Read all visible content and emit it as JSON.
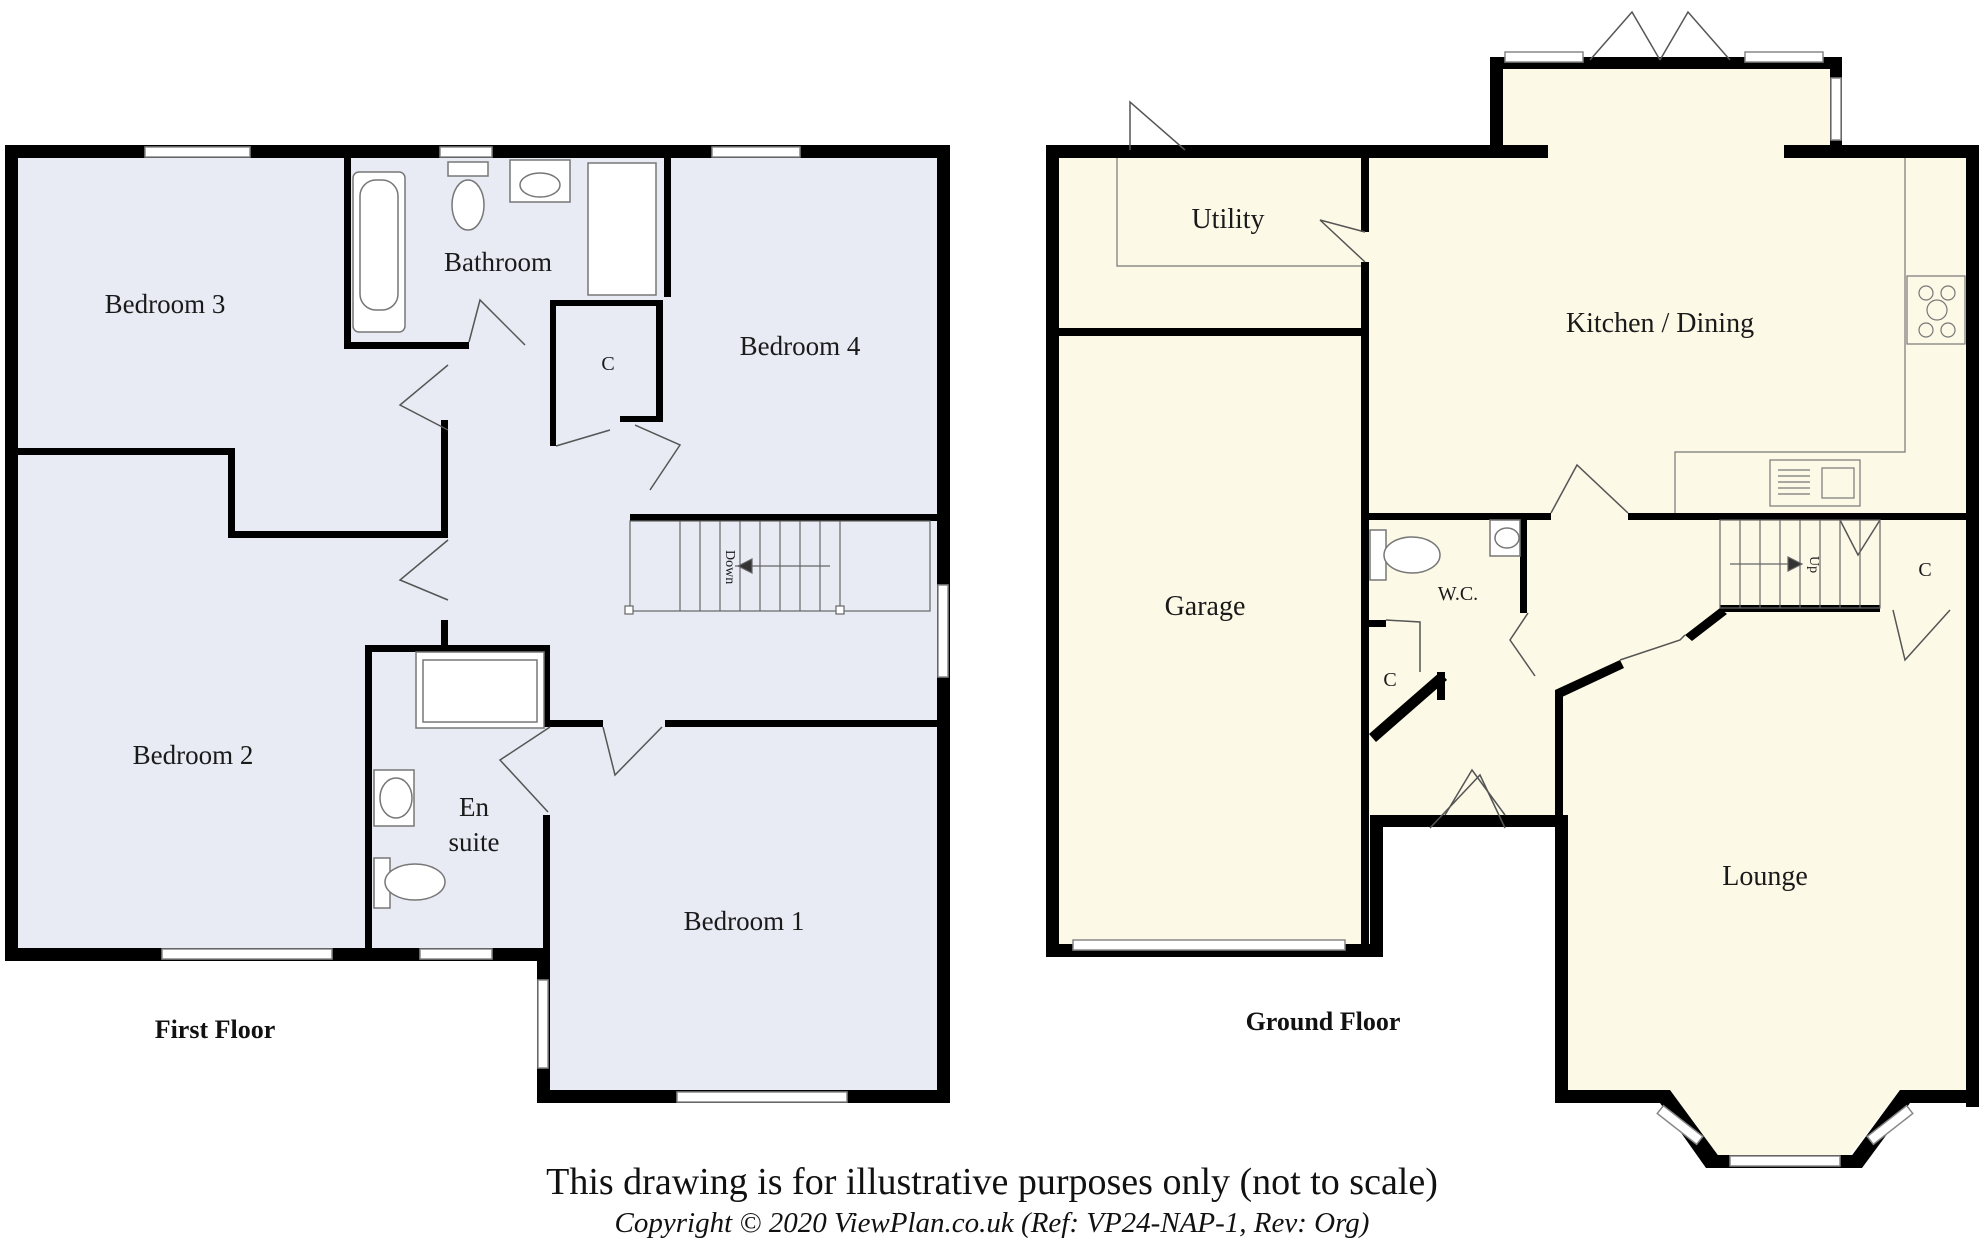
{
  "first_floor": {
    "label": "First Floor",
    "rooms": {
      "bedroom3": "Bedroom 3",
      "bathroom": "Bathroom",
      "bedroom4": "Bedroom 4",
      "cupboard": "C",
      "bedroom2": "Bedroom 2",
      "ensuite_line1": "En",
      "ensuite_line2": "suite",
      "bedroom1": "Bedroom 1"
    },
    "stairs_label": "Down"
  },
  "ground_floor": {
    "label": "Ground Floor",
    "rooms": {
      "utility": "Utility",
      "kitchen_dining": "Kitchen / Dining",
      "garage": "Garage",
      "wc": "W.C.",
      "cupboard_wc": "C",
      "cupboard_stairs": "C",
      "lounge": "Lounge"
    },
    "stairs_label": "Up"
  },
  "caption": {
    "disclaimer": "This drawing is for illustrative purposes only (not to scale)",
    "copyright": "Copyright © 2020 ViewPlan.co.uk  (Ref: VP24-NAP-1,  Rev: Org)"
  },
  "colors": {
    "first_floor_fill": "#e8ebf4",
    "ground_floor_fill": "#fcf9e6",
    "wall": "#000000"
  }
}
